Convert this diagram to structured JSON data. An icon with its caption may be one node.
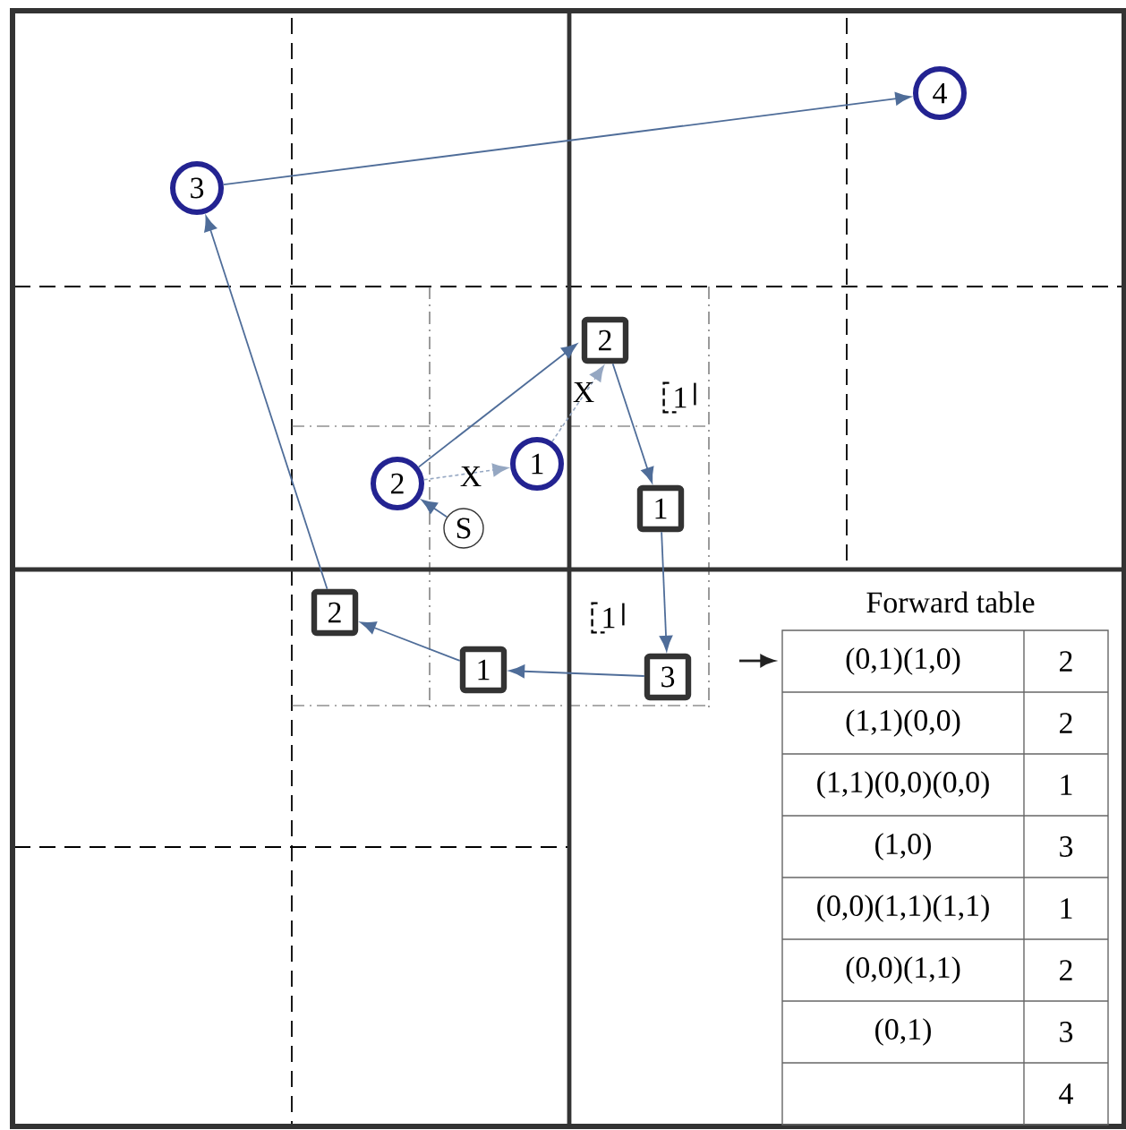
{
  "diagram": {
    "nodes": [
      {
        "text": [
          "3"
        ]
      },
      {
        "text": [
          "4"
        ]
      },
      {
        "text": [
          "2"
        ]
      },
      {
        "text": [
          "1"
        ]
      },
      {
        "text": [
          "1"
        ]
      },
      {
        "text": [
          "2"
        ]
      },
      {
        "text": [
          "1"
        ]
      },
      {
        "text": [
          "S"
        ]
      },
      {
        "text": [
          "2"
        ]
      },
      {
        "text": [
          "1"
        ]
      },
      {
        "text": [
          "1"
        ]
      },
      {
        "text": [
          "3"
        ]
      },
      {
        "text": [
          "Forward table"
        ]
      }
    ],
    "edges": [
      {
        "from": 7,
        "to": 5,
        "arrow": "to"
      },
      {
        "from": 5,
        "to": 4,
        "arrow": "to",
        "style": "dashed",
        "label": "X"
      },
      {
        "from": 4,
        "to": 2,
        "arrow": "to",
        "style": "dashed",
        "label": "X"
      },
      {
        "from": 5,
        "to": 2,
        "arrow": "to"
      },
      {
        "from": 2,
        "to": 6,
        "arrow": "to"
      },
      {
        "from": 6,
        "to": 11,
        "arrow": "to"
      },
      {
        "from": 11,
        "to": 10,
        "arrow": "to"
      },
      {
        "from": 10,
        "to": 8,
        "arrow": "to"
      },
      {
        "from": 8,
        "to": 0,
        "arrow": "to"
      },
      {
        "from": 0,
        "to": 1,
        "arrow": "to"
      },
      {
        "from": null,
        "to": 12,
        "arrow": "to",
        "color": "#222222"
      }
    ],
    "labels": [
      "(0,1)(1,0)",
      "2",
      "(1,1)(0,0)",
      "2",
      "(1,1)(0,0)(0,0)",
      "1",
      "(1,0)",
      "3",
      "(0,0)(1,1)(1,1)",
      "1",
      "(0,0)(1,1)",
      "2",
      "(0,1)",
      "3",
      "4"
    ]
  }
}
